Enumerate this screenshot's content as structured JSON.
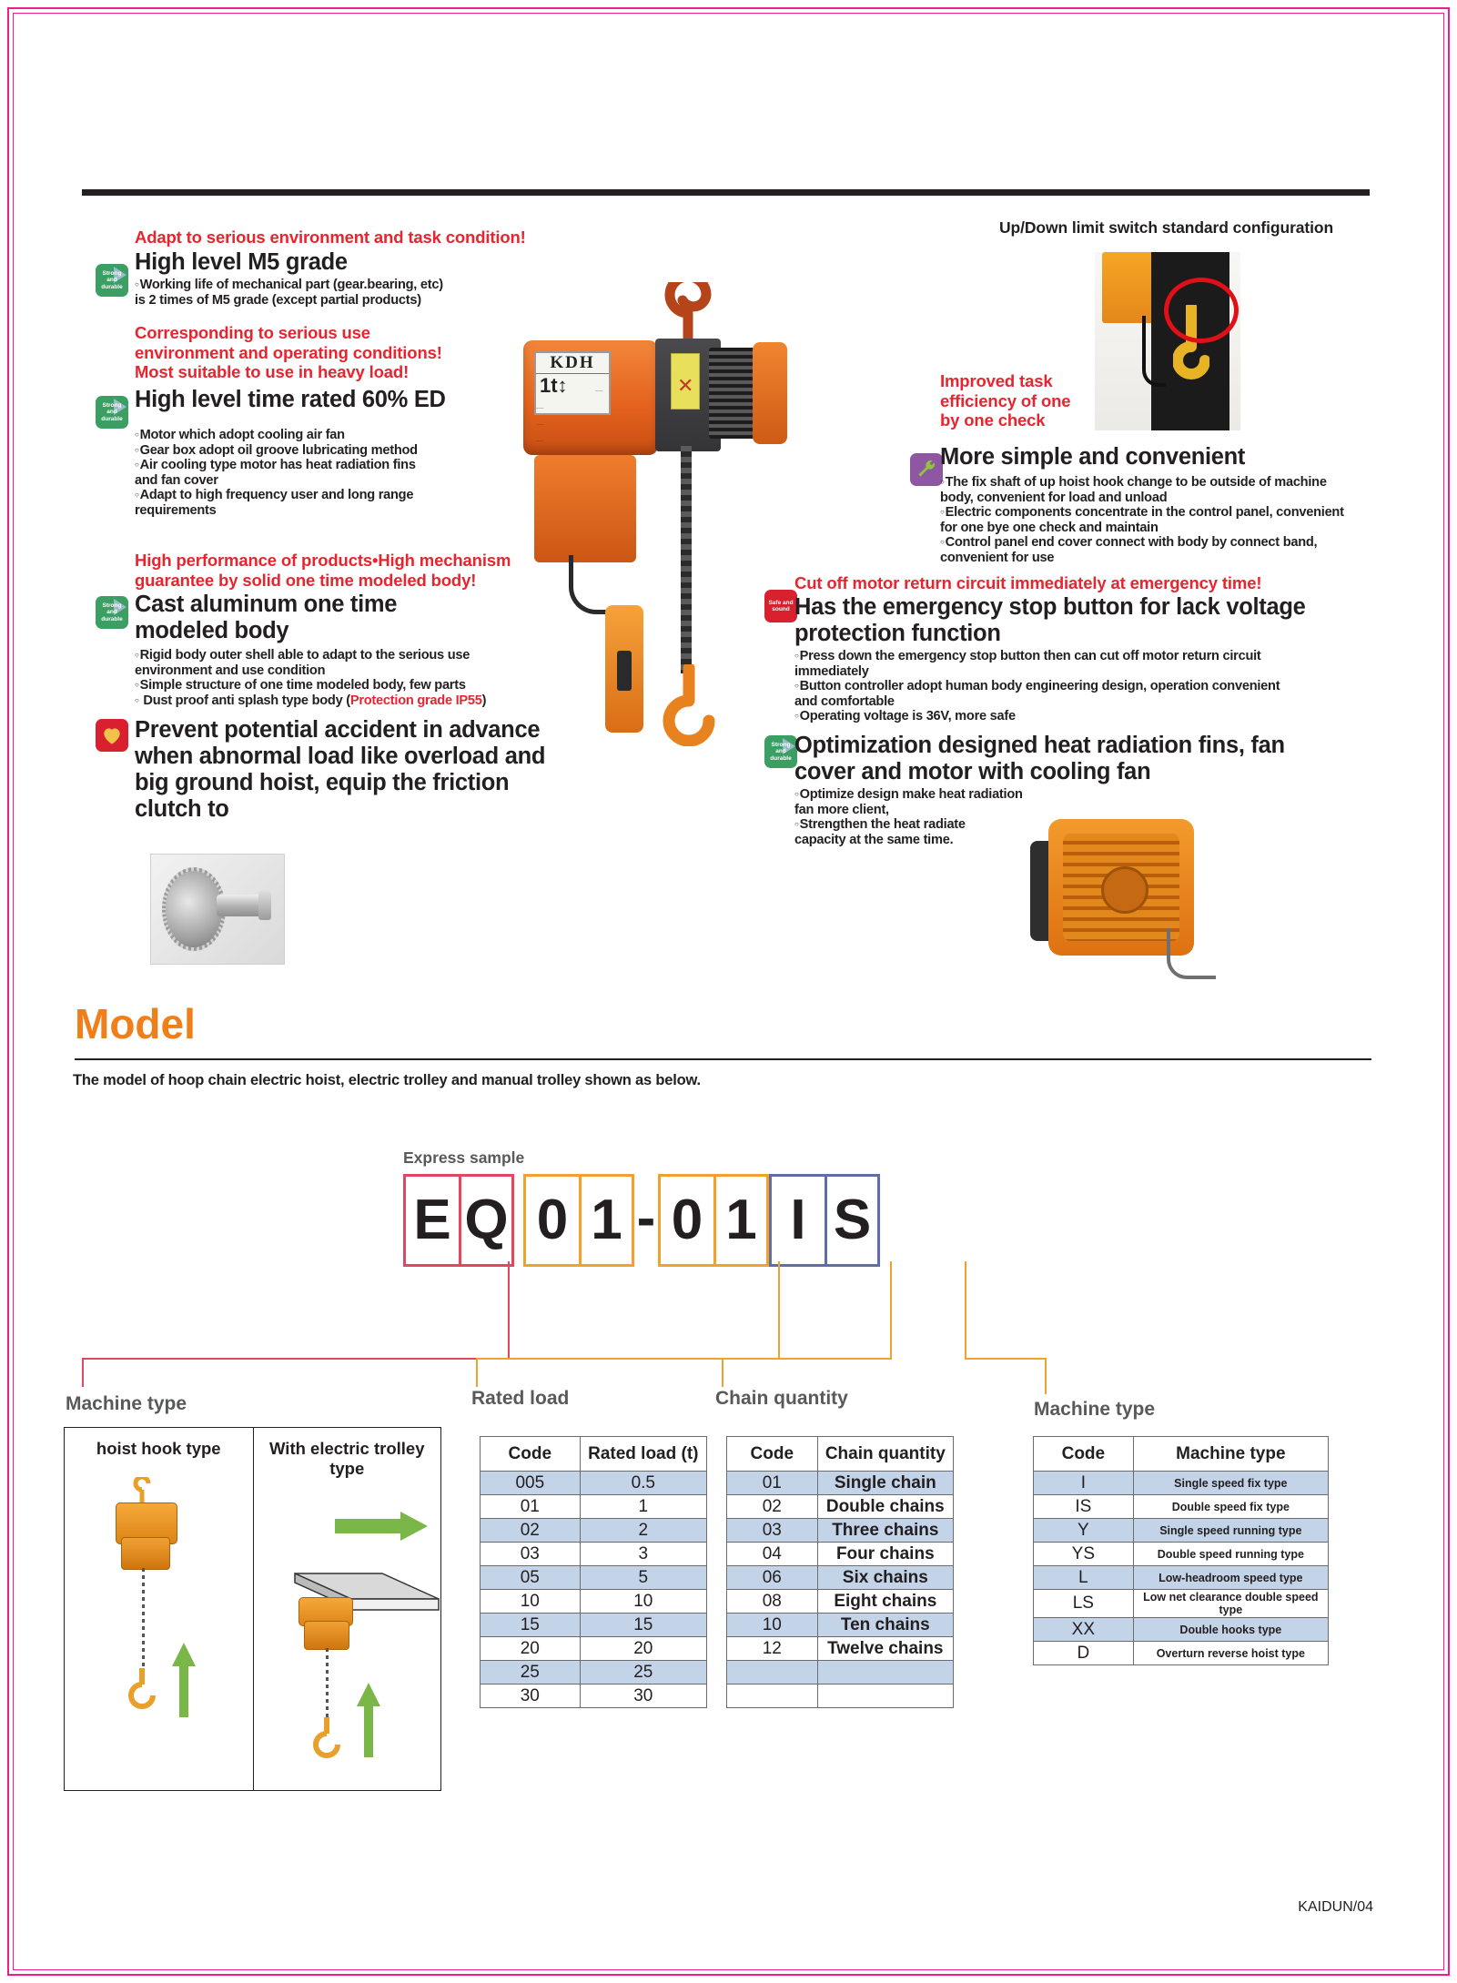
{
  "header": {
    "updown_note": "Up/Down limit switch standard configuration"
  },
  "features": {
    "left": [
      {
        "badge": "Strong and durable",
        "red_lines": [
          "Adapt to serious environment and task condition!"
        ],
        "title": "High level M5 grade",
        "bullets": [
          "Working life of mechanical part (gear.bearing, etc)",
          "is 2 times of M5 grade (except partial products)"
        ]
      },
      {
        "badge": "Strong and durable",
        "red_lines": [
          "Corresponding to serious use",
          "environment and operating conditions!",
          "Most suitable to use in heavy load!"
        ],
        "title": "High level time rated 60% ED",
        "bullets": [
          "Motor which adopt cooling air fan",
          "Gear box adopt oil groove lubricating method",
          "Air cooling type motor has heat radiation fins",
          "and fan cover",
          "Adapt to high frequency user and long range",
          "requirements"
        ]
      },
      {
        "badge": "Strong and durable",
        "red_lines": [
          "High performance of products•High mechanism",
          "guarantee by solid one time modeled body!"
        ],
        "title": "Cast aluminum one time modeled body",
        "bullets": [
          "Rigid body outer shell able to adapt to the serious use",
          "environment and use condition",
          "Simple structure of one time modeled body, few parts",
          "Dust proof anti splash type body (Protection grade IP55)"
        ],
        "bullet_red_part": "Protection grade IP55"
      },
      {
        "badge": "Safe and sound",
        "title": "Prevent potential accident in advance when abnormal load like overload and big ground hoist, equip the friction clutch to"
      }
    ],
    "right": [
      {
        "badge": "Maintainability",
        "red_lines": [
          "Improved task",
          "efficiency of one",
          "by one check"
        ],
        "title": "More simple and convenient",
        "bullets": [
          "The fix shaft of up hoist hook change to be outside of machine",
          "body, convenient for load and unload",
          "Electric components concentrate in the control panel, convenient",
          "for one bye one check and maintain",
          "Control panel end cover connect with body by connect band,",
          "convenient for use"
        ]
      },
      {
        "badge": "Safe and sound",
        "red_lines": [
          "Cut off motor return circuit immediately at emergency time!"
        ],
        "title": "Has the emergency stop button for lack voltage protection function",
        "bullets": [
          "Press down the emergency stop button then can cut off motor return circuit",
          "immediately",
          "Button controller adopt human body engineering design, operation convenient",
          "and comfortable",
          "Operating voltage is 36V, more safe"
        ]
      },
      {
        "badge": "Strong and durable",
        "title": "Optimization designed heat radiation fins, fan cover and motor with cooling fan",
        "bullets": [
          "Optimize design make heat radiation",
          "fan more client,",
          "Strengthen the heat radiate",
          "capacity at the same time."
        ]
      }
    ]
  },
  "model": {
    "heading": "Model",
    "subtitle": "The model of hoop chain electric hoist, electric trolley and manual trolley shown as below.",
    "express_label": "Express sample",
    "code": {
      "machine_prefix": [
        "E",
        "Q"
      ],
      "rated_load": [
        "0",
        "1"
      ],
      "separator": "-",
      "chain_quantity": [
        "0",
        "1"
      ],
      "machine_type": [
        "I",
        "S"
      ]
    },
    "colors": {
      "prefix_border": "#e0485f",
      "load_border": "#f1a12c",
      "chain_border": "#f1a12c",
      "type_border": "#5f6ea8",
      "accent_orange": "#f07f1a"
    },
    "sections": {
      "machine_type_left": "Machine type",
      "rated_load": "Rated load",
      "chain_quantity": "Chain quantity",
      "machine_type_right": "Machine type"
    },
    "pictures": [
      {
        "caption": "hoist hook type"
      },
      {
        "caption": "With electric trolley type"
      }
    ],
    "tables": {
      "rated_load": {
        "headers": [
          "Code",
          "Rated load (t)"
        ],
        "rows": [
          [
            "005",
            "0.5"
          ],
          [
            "01",
            "1"
          ],
          [
            "02",
            "2"
          ],
          [
            "03",
            "3"
          ],
          [
            "05",
            "5"
          ],
          [
            "10",
            "10"
          ],
          [
            "15",
            "15"
          ],
          [
            "20",
            "20"
          ],
          [
            "25",
            "25"
          ],
          [
            "30",
            "30"
          ]
        ]
      },
      "chain_quantity": {
        "headers": [
          "Code",
          "Chain quantity"
        ],
        "rows": [
          [
            "01",
            "Single chain"
          ],
          [
            "02",
            "Double chains"
          ],
          [
            "03",
            "Three chains"
          ],
          [
            "04",
            "Four chains"
          ],
          [
            "06",
            "Six chains"
          ],
          [
            "08",
            "Eight chains"
          ],
          [
            "10",
            "Ten chains"
          ],
          [
            "12",
            "Twelve chains"
          ],
          [
            "",
            ""
          ],
          [
            "",
            ""
          ]
        ]
      },
      "machine_type": {
        "headers": [
          "Code",
          "Machine type"
        ],
        "rows": [
          [
            "I",
            "Single speed fix type"
          ],
          [
            "IS",
            "Double speed fix type"
          ],
          [
            "Y",
            "Single speed running type"
          ],
          [
            "YS",
            "Double speed running type"
          ],
          [
            "L",
            "Low-headroom speed type"
          ],
          [
            "LS",
            "Low net clearance double speed type"
          ],
          [
            "XX",
            "Double hooks type"
          ],
          [
            "D",
            "Overturn reverse hoist type"
          ]
        ]
      }
    }
  },
  "footer": {
    "page": "KAIDUN/04"
  }
}
